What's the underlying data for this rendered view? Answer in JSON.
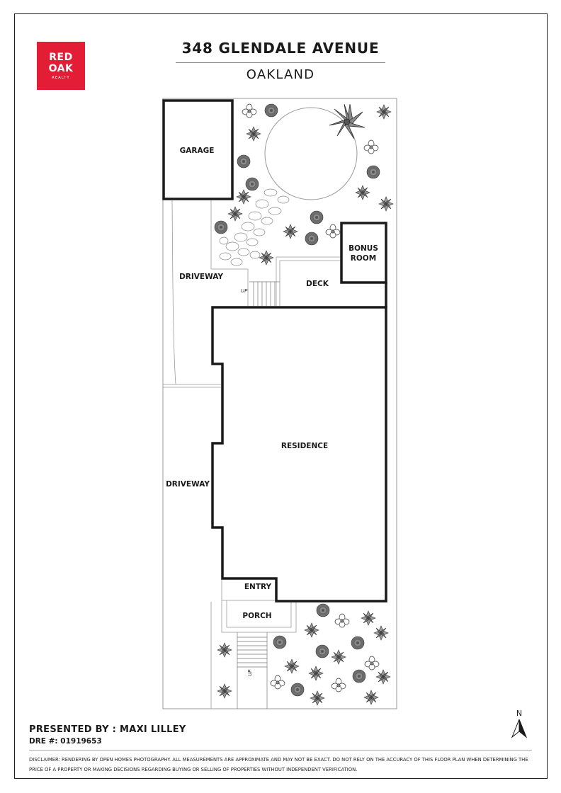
{
  "logo": {
    "line1": "RED",
    "line2": "OAK",
    "line3": "REALTY",
    "color": "#e31d35"
  },
  "header": {
    "address": "348 GLENDALE AVENUE",
    "city": "OAKLAND"
  },
  "plan": {
    "labels": {
      "garage": "GARAGE",
      "driveway_upper": "DRIVEWAY",
      "deck": "DECK",
      "bonus_line1": "BONUS",
      "bonus_line2": "ROOM",
      "residence": "RESIDENCE",
      "driveway_lower": "DRIVEWAY",
      "entry": "ENTRY",
      "porch": "PORCH",
      "up_deck": "UP",
      "up_porch": "UP"
    },
    "north": "N"
  },
  "footer": {
    "presented": "PRESENTED BY : MAXI LILLEY",
    "dre": "DRE #: 01919653",
    "disclaimer": "DISCLAIMER: RENDERING BY OPEN HOMES PHOTOGRAPHY. ALL MEASUREMENTS ARE APPROXIMATE AND MAY NOT BE EXACT. DO NOT RELY ON THE ACCURACY OF THIS FLOOR PLAN WHEN DETERMINING THE PRICE OF A PROPERTY OR MAKING DECISIONS REGARDING BUYING OR SELLING OF PROPERTIES WITHOUT INDEPENDENT VERIFICATION."
  }
}
